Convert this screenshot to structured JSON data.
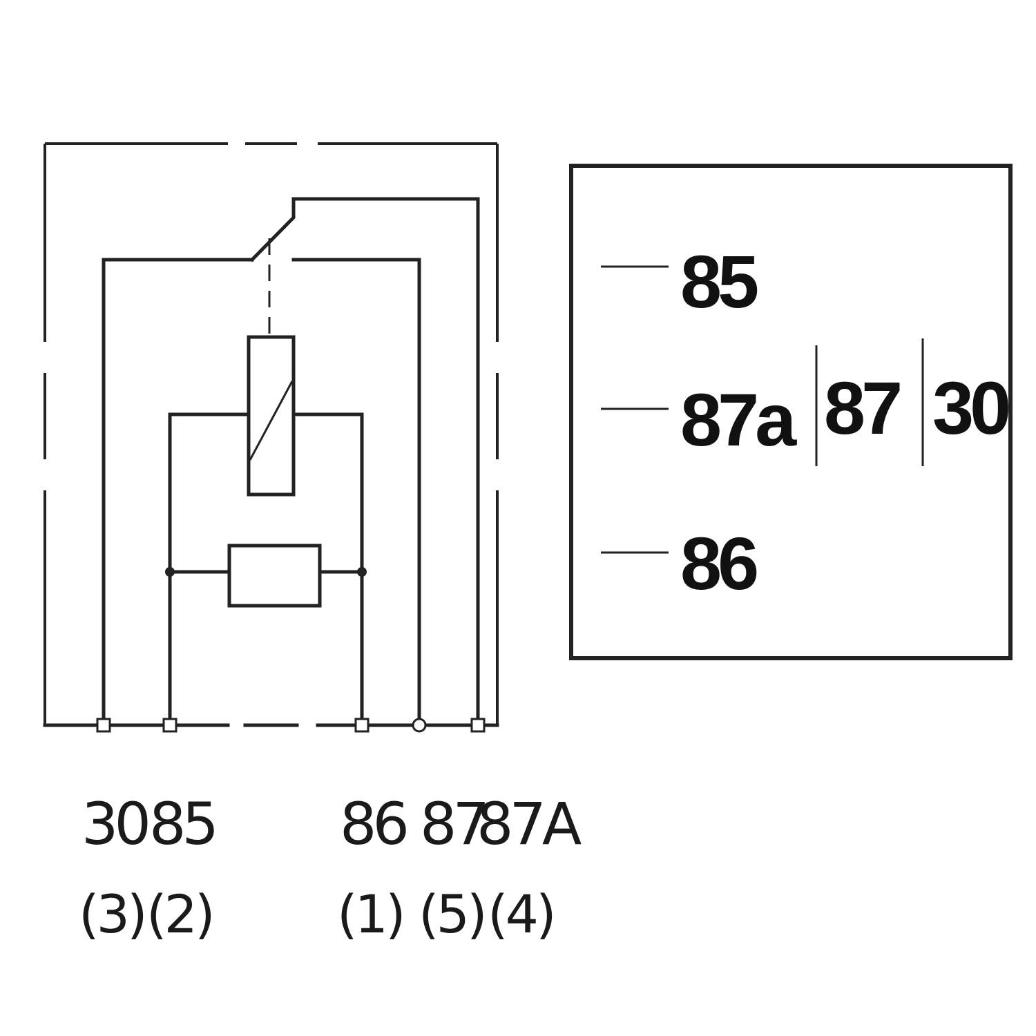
{
  "diagram": {
    "terminals": [
      {
        "id": "30",
        "number": "(3)"
      },
      {
        "id": "85",
        "number": "(2)"
      },
      {
        "id": "86",
        "number": "(1)"
      },
      {
        "id": "87",
        "number": "(5)"
      },
      {
        "id": "87A",
        "number": "(4)"
      }
    ]
  },
  "legend": {
    "left_labels": [
      "85",
      "87a",
      "86"
    ],
    "center_label": "87",
    "right_label": "30"
  },
  "colors": {
    "line": "#222222",
    "background": "#ffffff"
  }
}
